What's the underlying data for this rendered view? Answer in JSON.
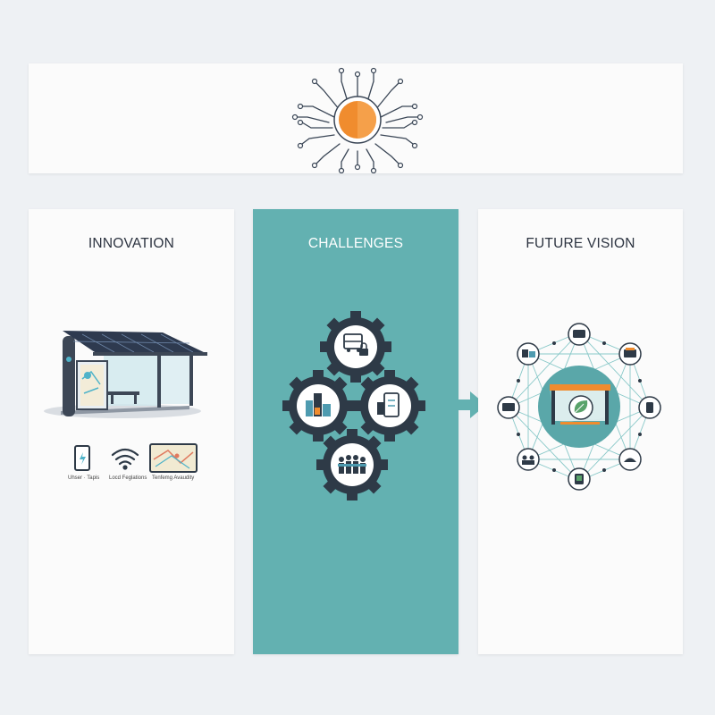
{
  "banner": {
    "icon": "circuit-sun-icon",
    "accent": "#f08c2e"
  },
  "panels": {
    "innovation": {
      "title": "INNOVATION",
      "captions": [
        "Uhser · Tapis",
        "Locd Feglations",
        "Tenfemg Avaudity"
      ],
      "icons": [
        "bus-shelter-illustration",
        "smartphone-icon",
        "wifi-icon",
        "map-tablet-icon"
      ]
    },
    "challenges": {
      "title": "CHALLENGES",
      "icons": [
        "bus-lock-gear-icon",
        "city-gear-icon",
        "device-gear-icon",
        "crowd-gear-icon"
      ]
    },
    "future_vision": {
      "title": "FUTURE VISION",
      "icons": [
        "globe-shelter-network-icon",
        "leaf-icon"
      ]
    }
  },
  "colors": {
    "teal": "#63b1b1",
    "dark": "#2e3a47",
    "orange": "#f08c2e"
  }
}
